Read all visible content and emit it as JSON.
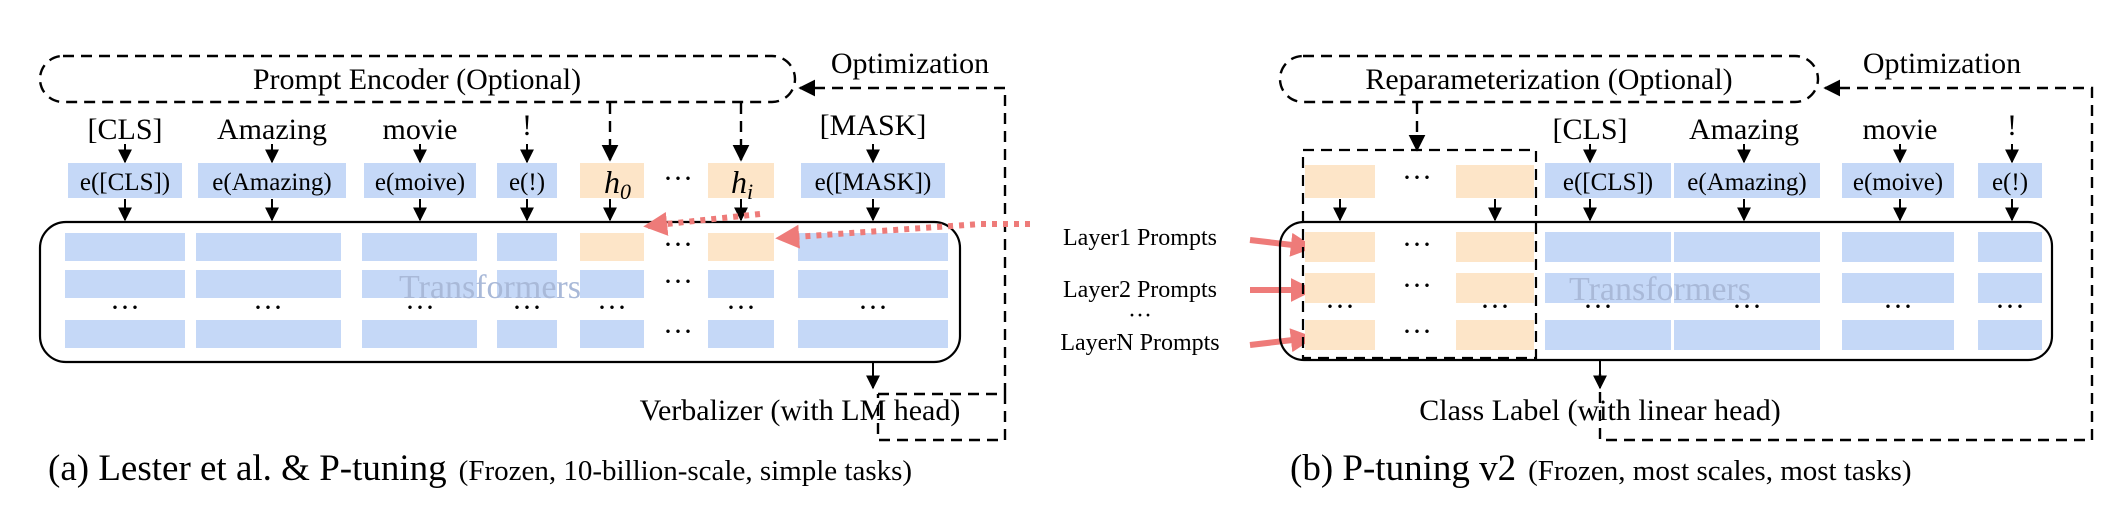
{
  "panel_a": {
    "prompt_encoder": "Prompt Encoder (Optional)",
    "optimization": "Optimization",
    "tokens": {
      "cls": "[CLS]",
      "amazing": "Amazing",
      "movie": "movie",
      "excl": "!",
      "mask": "[MASK]"
    },
    "embeddings": {
      "cls": "e([CLS])",
      "amazing": "e(Amazing)",
      "movie": "e(moive)",
      "excl": "e(!)",
      "mask": "e([MASK])"
    },
    "prompts": {
      "h0_base": "h",
      "h0_sub": "0",
      "dots": "···",
      "hi_base": "h",
      "hi_sub": "i"
    },
    "transformers": "Transformers",
    "ellipsis": "···",
    "verbalizer": "Verbalizer (with LM head)",
    "caption_main": "(a) Lester et al. & P-tuning",
    "caption_note": "(Frozen, 10-billion-scale, simple tasks)"
  },
  "middle": {
    "layer1": "Layer1 Prompts",
    "layer2": "Layer2 Prompts",
    "dots": "···",
    "layerN": "LayerN Prompts"
  },
  "panel_b": {
    "reparam": "Reparameterization (Optional)",
    "optimization": "Optimization",
    "tokens": {
      "cls": "[CLS]",
      "amazing": "Amazing",
      "movie": "movie",
      "excl": "!"
    },
    "embeddings": {
      "cls": "e([CLS])",
      "amazing": "e(Amazing)",
      "movie": "e(moive)",
      "excl": "e(!)"
    },
    "prompt_dots": "···",
    "transformers": "Transformers",
    "ellipsis": "···",
    "class_label": "Class Label (with linear head)",
    "caption_main": "(b) P-tuning v2",
    "caption_note": "(Frozen, most scales, most tasks)"
  },
  "colors": {
    "token_blue": "#c5d8f7",
    "prompt_peach": "#fde5c8",
    "arrow_red": "#ee7b79"
  }
}
